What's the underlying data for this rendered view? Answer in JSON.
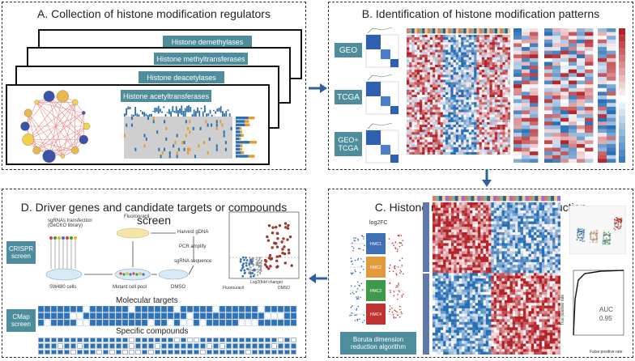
{
  "panelA": {
    "title": "A. Collection of histone modification regulators",
    "cards": [
      "Histone demethylases",
      "Histone methyltransferases",
      "Histone deacetylases",
      "Histone acetyltransferases"
    ]
  },
  "panelB": {
    "title": "B. Identification of histone modification patterns",
    "datasets": [
      "GEO",
      "TCGA",
      "GEO+\nTCGA"
    ]
  },
  "panelC": {
    "title": "C. Histone modification score  construction",
    "top_label": "log2FC",
    "factors": [
      "HMC1",
      "HMC2",
      "HMC3",
      "HMC4"
    ],
    "algo_label": "Boruta dimension\nreduction algorithm",
    "auc_label": "AUC",
    "auc_value": "0.95",
    "ylabel": "True positive rate",
    "xlabel": "False positive rate"
  },
  "panelD": {
    "title": "D. Driver genes and candidate targets or compounds screen",
    "crispr_label": "CRISPR\nscreen",
    "cmap_label": "CMap\nscreen",
    "sgrna_text": "sgRNAs transfection\n(GeCKO library)",
    "cells_label": "SW480 cells",
    "fluorouracil_label": "Fluorouracil",
    "harvest_label": "Harvest gDNA",
    "pcr_label": "PCR amplify",
    "seq_label": "sgRNA sequence",
    "mutant_label": "Mutant cell pool",
    "dmso_label": "DMSO",
    "volcano_xlabel": "Log2(fold change)",
    "volcano_legend": [
      "Fluorouracil",
      "DMSO"
    ],
    "molecular_label": "Molecular targets",
    "compounds_label": "Specific compounds"
  },
  "colors": {
    "teal": "#4e8d9c",
    "heat_red": "#b5252a",
    "heat_blue": "#2c6fb5",
    "grid_blue": "#2d72b8",
    "arrow": "#2e5f9e"
  }
}
